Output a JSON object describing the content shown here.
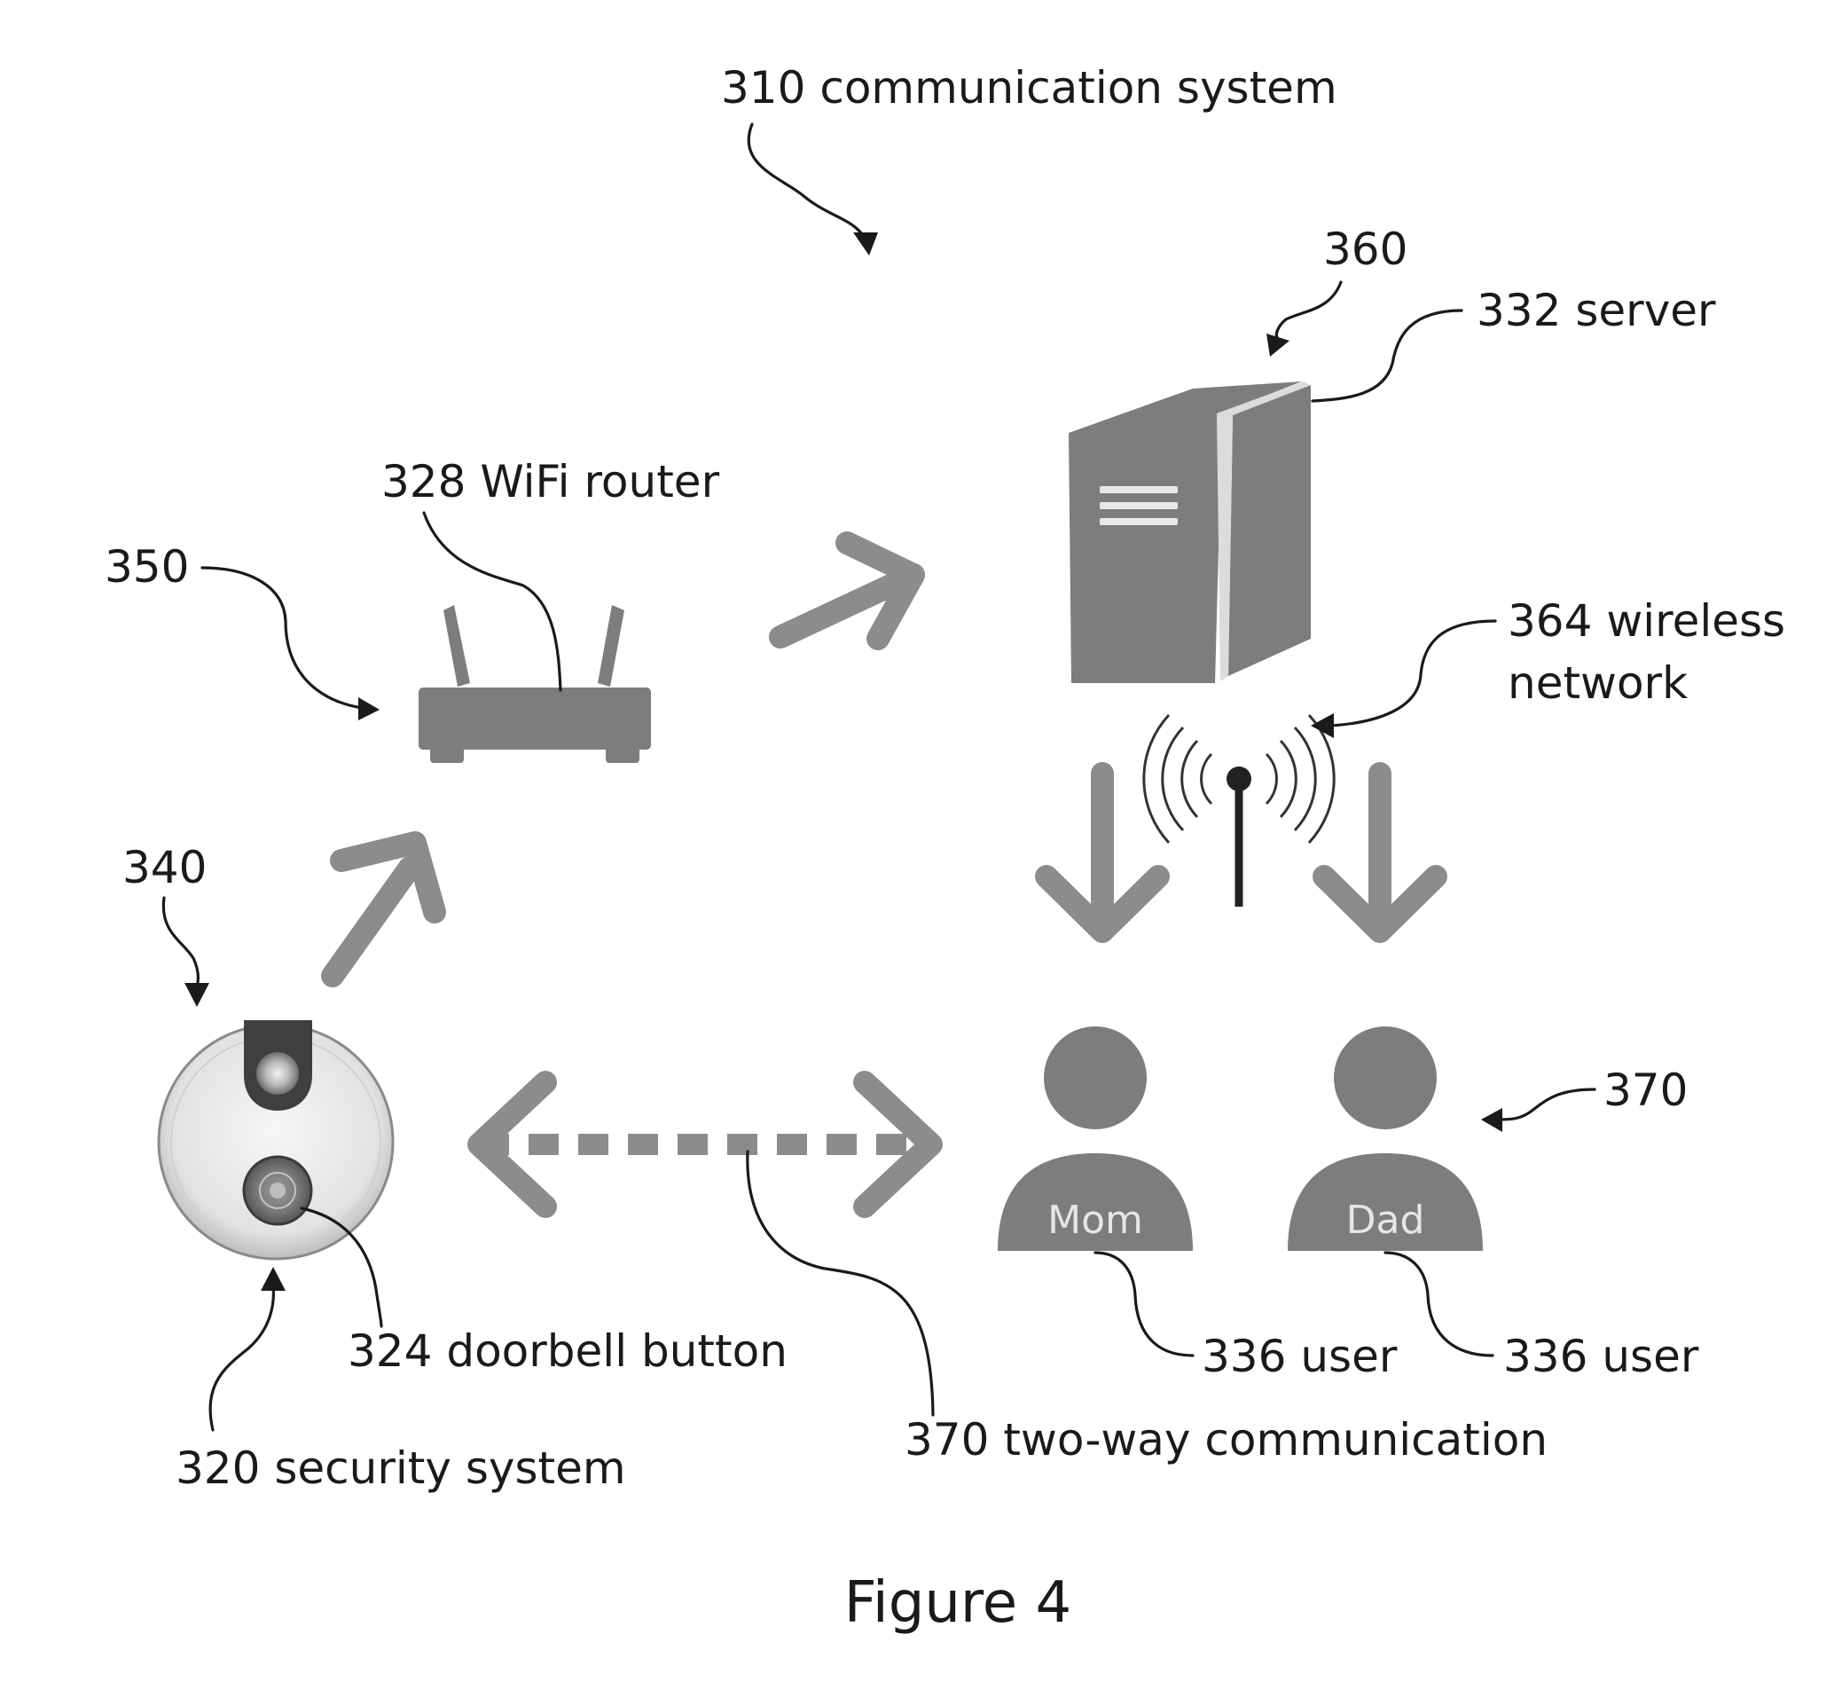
{
  "labels": {
    "communication_system": "310 communication system",
    "ref_360": "360",
    "server": "332 server",
    "router": "328 WiFi router",
    "ref_350": "350",
    "wireless_line1": "364 wireless",
    "wireless_line2": "network",
    "ref_340": "340",
    "ref_370": "370",
    "doorbell_button": "324 doorbell button",
    "security_system": "320 security system",
    "two_way": "370 two-way communication",
    "user_left": "336 user",
    "user_right": "336 user"
  },
  "users": {
    "mom": "Mom",
    "dad": "Dad"
  },
  "caption": "Figure 4"
}
